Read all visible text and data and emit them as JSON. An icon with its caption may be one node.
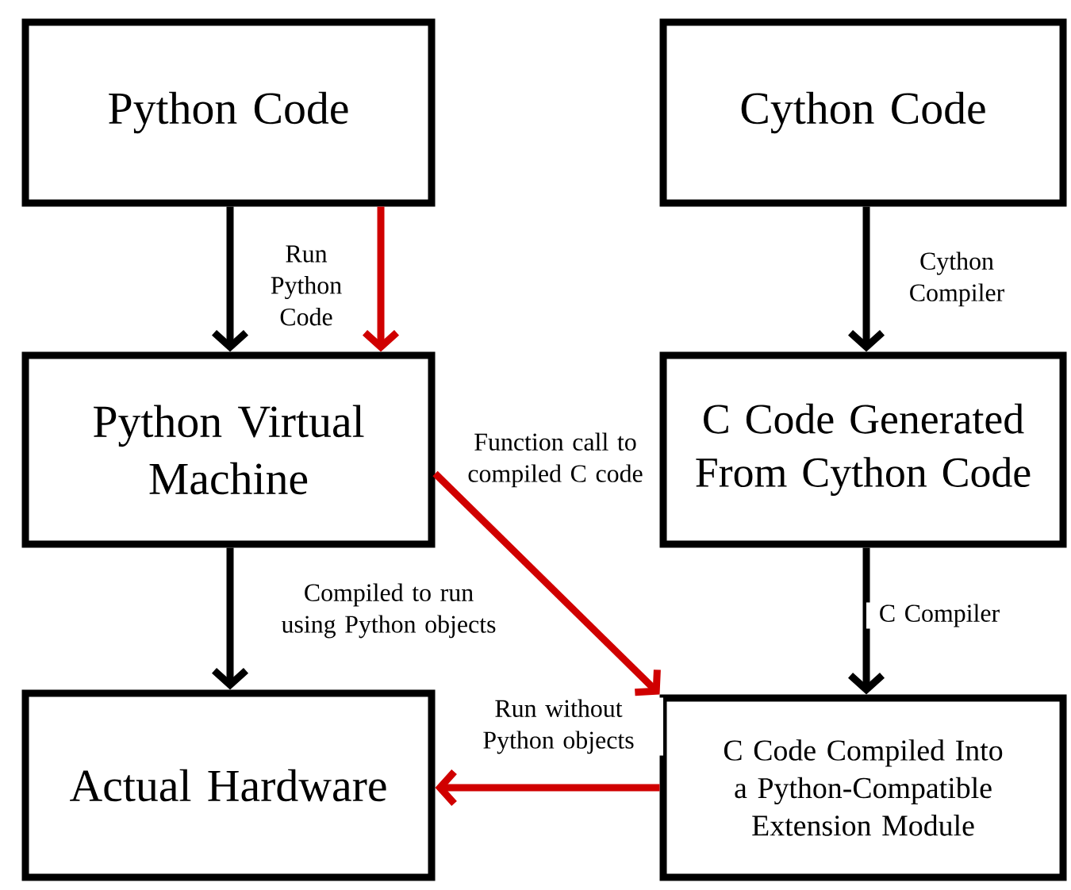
{
  "diagram": {
    "nodes": [
      {
        "text": [
          "Python Code"
        ]
      },
      {
        "text": [
          "Cython Code"
        ]
      },
      {
        "text": [
          "Python Virtual Machine"
        ]
      },
      {
        "text": [
          "C Code Generated From Cython Code"
        ]
      },
      {
        "text": [
          "Actual Hardware"
        ]
      },
      {
        "text": [
          "C Code Compiled Into a Python-Compatible Extension Module"
        ]
      }
    ],
    "edges": [
      {
        "from": 0,
        "to": 2,
        "arrow": "to"
      },
      {
        "from": 0,
        "to": 2,
        "arrow": "to",
        "label": "Run Python Code",
        "color": "#d00000"
      },
      {
        "from": 1,
        "to": 3,
        "arrow": "to",
        "label": "Cython Compiler"
      },
      {
        "from": 2,
        "to": 4,
        "arrow": "to",
        "label": "Compiled to run using Python objects"
      },
      {
        "from": 2,
        "to": 5,
        "arrow": "to",
        "label": "Function call to compiled C code",
        "color": "#d00000"
      },
      {
        "from": 3,
        "to": 5,
        "arrow": "to",
        "label": "C Compiler"
      },
      {
        "from": 5,
        "to": 4,
        "arrow": "to",
        "label": "Run without Python objects",
        "color": "#d00000"
      }
    ]
  }
}
